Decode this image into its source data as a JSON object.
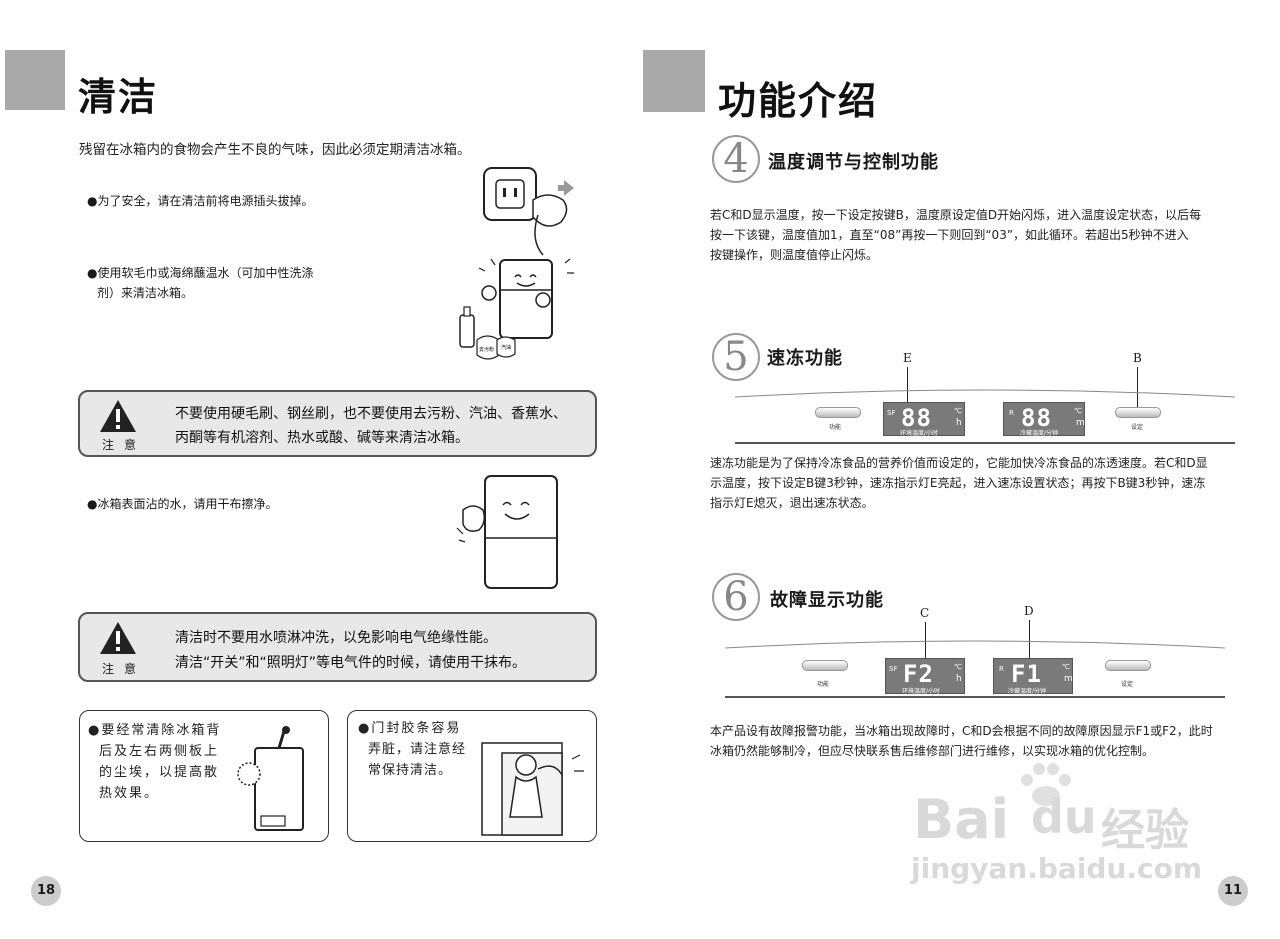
{
  "left": {
    "title": "清洁",
    "intro": "残留在冰箱内的食物会产生不良的气味，因此必须定期清洁冰箱。",
    "bullet1": "●为了安全，请在清洁前将电源插头拔掉。",
    "bullet2_l1": "●使用软毛巾或海绵蘸温水（可加中性洗涤",
    "bullet2_l2": "剂）来清洁冰箱。",
    "caution_label": "注意",
    "caution1_l1": "不要使用硬毛刷、钢丝刷，也不要使用去污粉、汽油、香蕉水、",
    "caution1_l2": "丙酮等有机溶剂、热水或酸、碱等来清洁冰箱。",
    "bullet3": "●冰箱表面沾的水，请用干布擦净。",
    "caution2_l1": "清洁时不要用水喷淋冲洗，以免影响电气绝缘性能。",
    "caution2_l2": "清洁“开关”和“照明灯”等电气件的时候，请使用干抹布。",
    "box1_lines": [
      "●要经常清除冰箱背",
      "后及左右两侧板上",
      "的尘埃，以提高散",
      "热效果。"
    ],
    "box2_lines": [
      "●门封胶条容易",
      "弄脏，请注意经",
      "常保持清洁。"
    ],
    "detergent_labels": [
      "去污粉",
      "汽油"
    ],
    "page_number": "18"
  },
  "right": {
    "title": "功能介绍",
    "sec4_num": "4",
    "sec4_title": "温度调节与控制功能",
    "sec4_text": [
      "若C和D显示温度，按一下设定按键B，温度原设定值D开始闪烁，进入温度设定状态，以后每",
      "按一下该键，温度值加1，直至“08”再按一下则回到“03”，如此循环。若超出5秒钟不进入",
      "按键操作，则温度值停止闪烁。"
    ],
    "sec5_num": "5",
    "sec5_title": "速冻功能",
    "sec5_text": [
      "速冻功能是为了保持冷冻食品的营养价值而设定的，它能加快冷冻食品的冻透速度。若C和D显",
      "示温度，按下设定B键3秒钟，速冻指示灯E亮起，进入速冻设置状态；再按下B键3秒钟，速冻",
      "指示灯E熄灭，退出速冻状态。"
    ],
    "sec6_num": "6",
    "sec6_title": "故障显示功能",
    "sec6_text": [
      "本产品设有故障报警功能，当冰箱出现故障时，C和D会根据不同的故障原因显示F1或F2，此时",
      "冰箱仍然能够制冷，但应尽快联系售后维修部门进行维修，以实现冰箱的优化控制。"
    ],
    "panel1": {
      "label_E": "E",
      "label_B": "B",
      "btn_left": "功能",
      "btn_right": "设定",
      "lcd1_tag": "SF",
      "lcd1_digits": "88",
      "lcd1_unit_top": "℃",
      "lcd1_unit_bot": "h",
      "lcd1_caption": "环境温度/小时",
      "lcd2_tag": "R",
      "lcd2_digits": "88",
      "lcd2_unit_top": "℃",
      "lcd2_unit_bot": "m",
      "lcd2_caption": "冷藏温度/分钟"
    },
    "panel2": {
      "label_C": "C",
      "label_D": "D",
      "btn_left": "功能",
      "btn_right": "设定",
      "lcd1_tag": "SF",
      "lcd1_digits": "F2",
      "lcd1_unit_top": "℃",
      "lcd1_unit_bot": "h",
      "lcd1_caption": "环境温度/小时",
      "lcd2_tag": "R",
      "lcd2_digits": "F1",
      "lcd2_unit_top": "℃",
      "lcd2_unit_bot": "m",
      "lcd2_caption": "冷藏温度/分钟"
    },
    "page_number": "11"
  },
  "watermark": {
    "brand": "Bai",
    "brand2": "du",
    "cn": "经验",
    "url": "jingyan.baidu.com"
  }
}
